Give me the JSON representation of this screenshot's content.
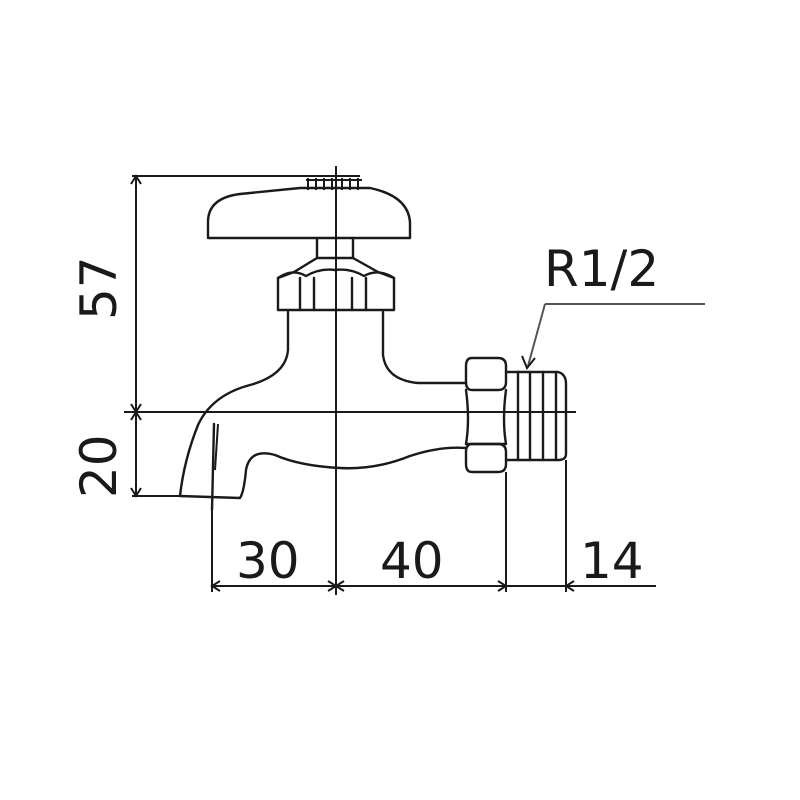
{
  "drawing": {
    "subject": "faucet-side-view",
    "dimensions": {
      "height_top": "57",
      "height_bottom": "20",
      "width_spout": "30",
      "width_body": "40",
      "width_thread": "14"
    },
    "thread_label": "R1/2",
    "colors": {
      "line": "#1a1a1a",
      "leader": "#555555",
      "background": "#ffffff"
    }
  }
}
